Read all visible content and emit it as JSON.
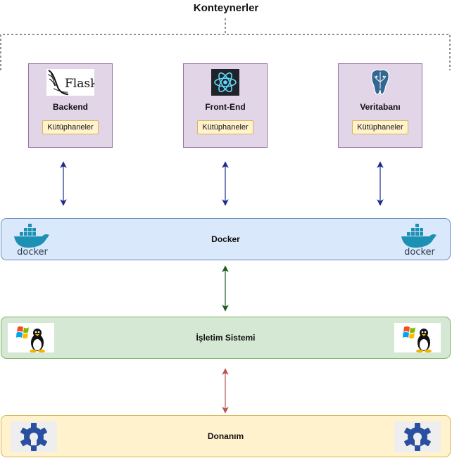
{
  "title": "Konteynerler",
  "containers": [
    {
      "name": "Backend",
      "library": "Kütüphaneler",
      "logo_icon": "flask-logo-icon",
      "logo_text": "Flask"
    },
    {
      "name": "Front-End",
      "library": "Kütüphaneler",
      "logo_icon": "react-logo-icon"
    },
    {
      "name": "Veritabanı",
      "library": "Kütüphaneler",
      "logo_icon": "postgresql-logo-icon"
    }
  ],
  "layers": {
    "docker": {
      "label": "Docker",
      "icon": "docker-logo-icon",
      "logo_text": "docker"
    },
    "os": {
      "label": "İşletim Sistemi",
      "icons": [
        "windows-logo-icon",
        "linux-tux-icon"
      ]
    },
    "hardware": {
      "label": "Donanım",
      "icon": "gear-icon"
    }
  },
  "colors": {
    "container_fill": "#e1d5e7",
    "library_fill": "#fff2cc",
    "docker_fill": "#dae8fc",
    "os_fill": "#d5e8d4",
    "hardware_fill": "#fff2cc",
    "arrow_blue": "#1a2d8c",
    "arrow_green": "#1b5e20",
    "arrow_red": "#b85450"
  }
}
